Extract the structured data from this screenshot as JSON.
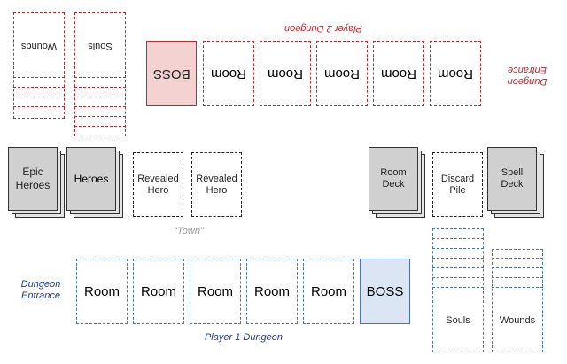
{
  "player2": {
    "title": "Player 2 Dungeon",
    "entrance": "Dungeon\nEntrance",
    "wounds": "Wounds",
    "souls": "Souls",
    "boss": "BOSS",
    "rooms": [
      "Room",
      "Room",
      "Room",
      "Room",
      "Room"
    ]
  },
  "town": {
    "label": "“Town”",
    "epic_heroes": "Epic\nHeroes",
    "heroes": "Heroes",
    "revealed_hero": "Revealed\nHero",
    "room_deck": "Room\nDeck",
    "discard_pile": "Discard\nPile",
    "spell_deck": "Spell\nDeck"
  },
  "player1": {
    "title": "Player 1 Dungeon",
    "entrance": "Dungeon\nEntrance",
    "rooms": [
      "Room",
      "Room",
      "Room",
      "Room",
      "Room"
    ],
    "boss": "BOSS",
    "souls": "Souls",
    "wounds": "Wounds"
  },
  "colors": {
    "red": "#c0272d",
    "blue": "#4a72b0",
    "navy": "#1f3c88",
    "boss_red_fill": "#f4d2d2",
    "boss_blue_fill": "#dbe5f3"
  }
}
